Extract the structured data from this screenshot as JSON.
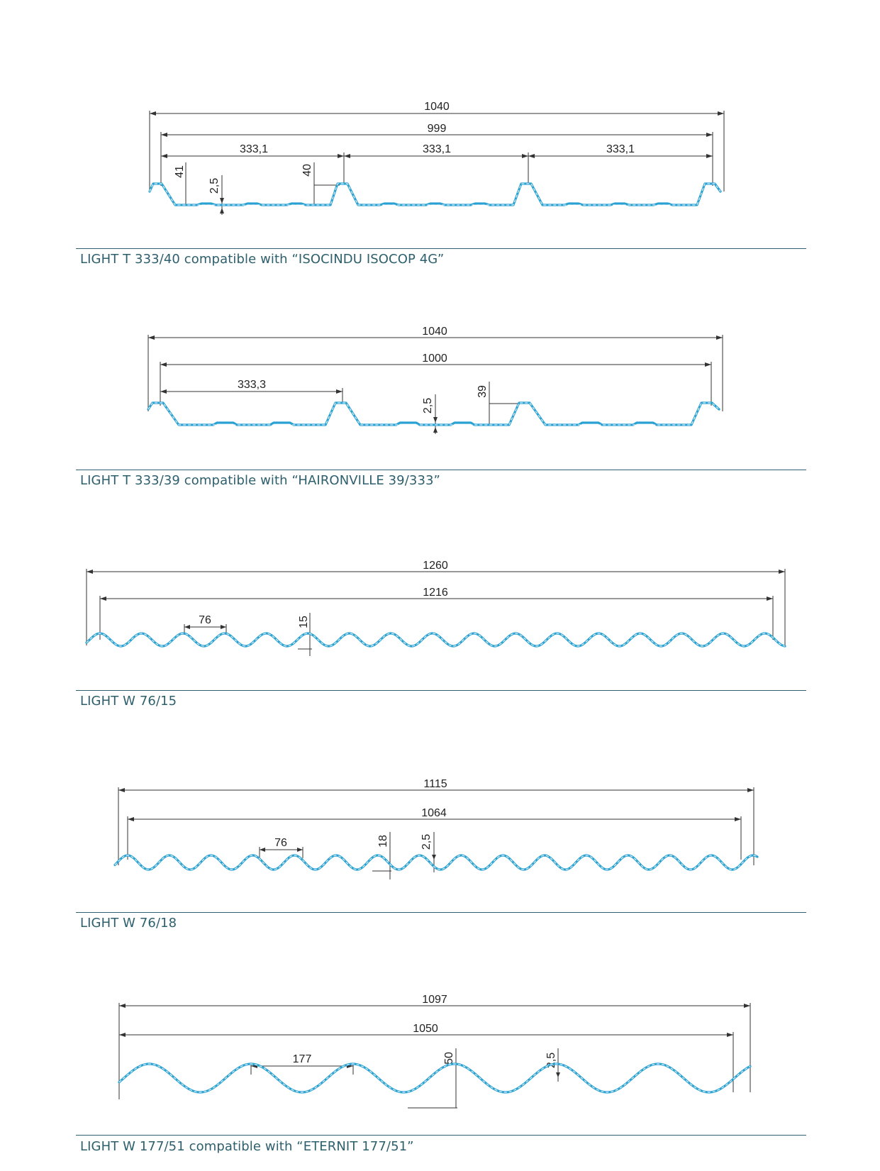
{
  "colors": {
    "profile": "#2aa1d3",
    "caption": "#2d5f6d",
    "dimension": "#333333"
  },
  "sections": [
    {
      "caption": "LIGHT T 333/40 compatible with “ISOCINDU ISOCOP 4G”",
      "dims": {
        "total": "1040",
        "useful": "999",
        "pitch1": "333,1",
        "pitch2": "333,1",
        "pitch3": "333,1",
        "h_left": "41",
        "thickness": "2,5",
        "h_mid": "40"
      }
    },
    {
      "caption": "LIGHT T 333/39 compatible with “HAIRONVILLE 39/333”",
      "dims": {
        "total": "1040",
        "useful": "1000",
        "pitch": "333,3",
        "thickness": "2,5",
        "height": "39"
      }
    },
    {
      "caption": "LIGHT W 76/15",
      "dims": {
        "total": "1260",
        "useful": "1216",
        "pitch": "76",
        "height": "15"
      }
    },
    {
      "caption": "LIGHT W 76/18",
      "dims": {
        "total": "1115",
        "useful": "1064",
        "pitch": "76",
        "height": "18",
        "thickness": "2,5"
      }
    },
    {
      "caption": "LIGHT W 177/51 compatible with “ETERNIT 177/51”",
      "dims": {
        "total": "1097",
        "useful": "1050",
        "pitch": "177",
        "height": "50",
        "thickness": "2,5"
      }
    }
  ]
}
